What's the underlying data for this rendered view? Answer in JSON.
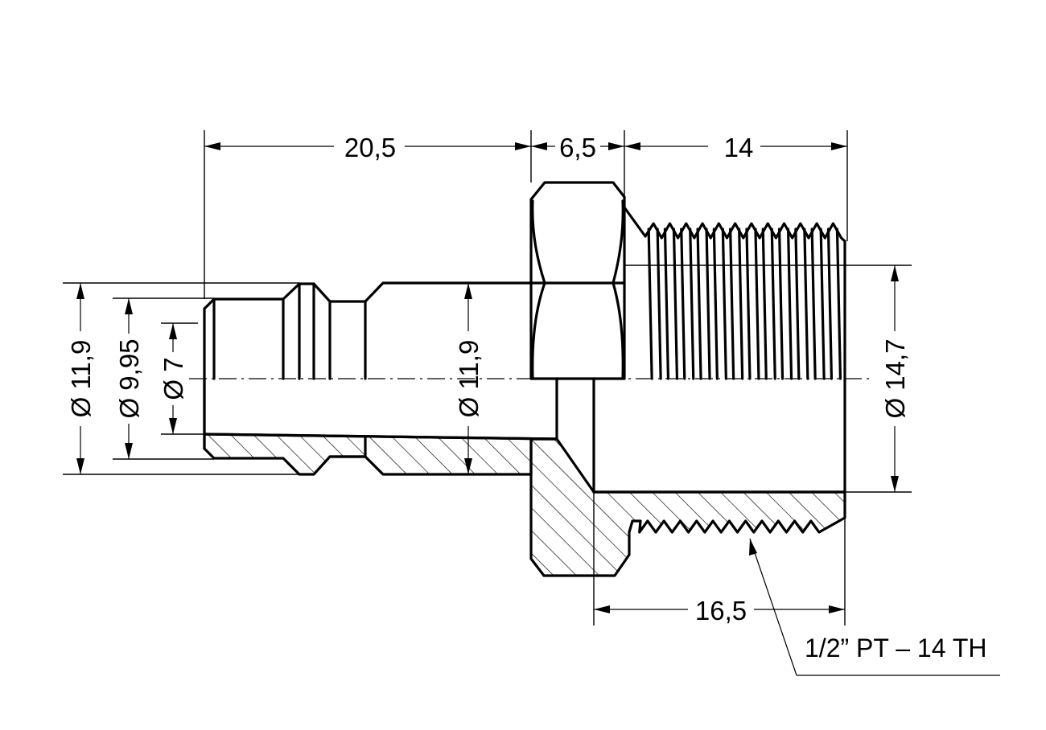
{
  "dimensions": {
    "top": [
      {
        "label": "20,5"
      },
      {
        "label": "6,5"
      },
      {
        "label": "14"
      }
    ],
    "diameters": [
      {
        "label": "Ø 11,9"
      },
      {
        "label": "Ø 9,95"
      },
      {
        "label": "Ø 7"
      },
      {
        "label": "Ø 11,9"
      },
      {
        "label": "Ø 14,7"
      }
    ],
    "bottom": [
      {
        "label": "16,5"
      }
    ]
  },
  "thread_callout": {
    "label": "1/2” PT – 14 TH"
  }
}
